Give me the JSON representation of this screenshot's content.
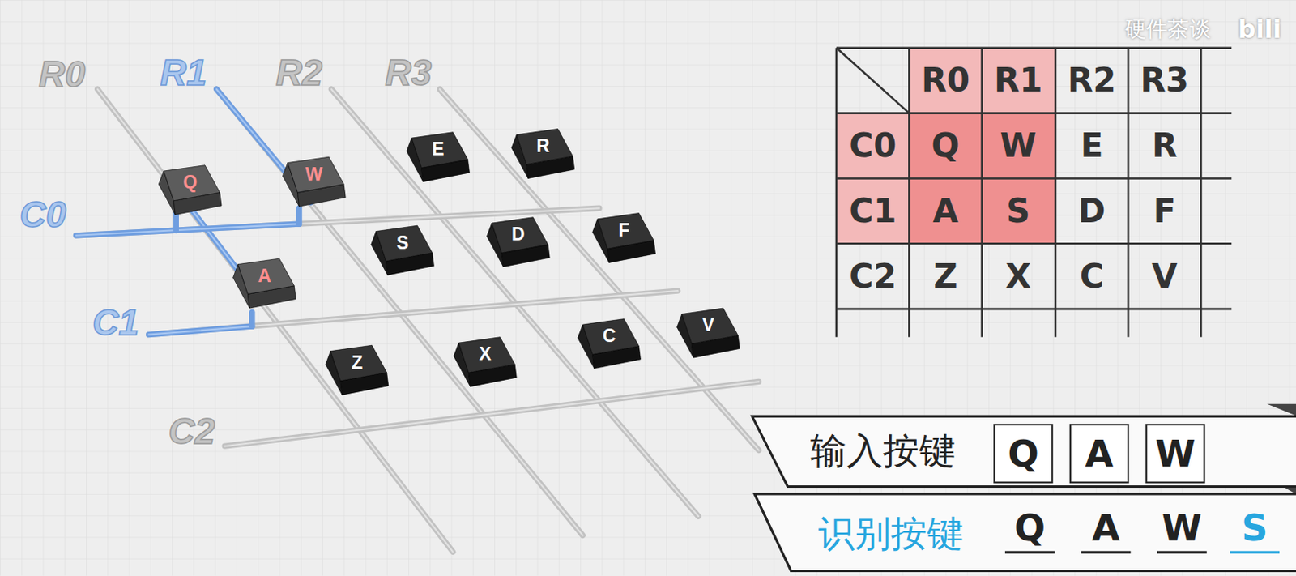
{
  "diagram": {
    "nodes": [
      {
        "text": [
          "Q"
        ]
      },
      {
        "text": [
          "W"
        ]
      },
      {
        "text": [
          "E"
        ]
      },
      {
        "text": [
          "R"
        ]
      },
      {
        "text": [
          "S"
        ]
      },
      {
        "text": [
          "D"
        ]
      },
      {
        "text": [
          "F"
        ]
      },
      {
        "text": [
          "A"
        ]
      },
      {
        "text": [
          "Z"
        ]
      },
      {
        "text": [
          "X"
        ]
      },
      {
        "text": [
          "C"
        ]
      },
      {
        "text": [
          "V"
        ]
      },
      {
        "text": [
          "输入按键"
        ]
      },
      {
        "text": [
          "Q"
        ],
        "in": 12
      },
      {
        "text": [
          "A"
        ],
        "in": 12
      },
      {
        "text": [
          "W"
        ],
        "in": 12
      },
      {
        "text": [
          "识别按键"
        ]
      }
    ],
    "labels": [
      "R0",
      "R1",
      "R2",
      "R3",
      "C0",
      "C1",
      "C2",
      "R0",
      "R1",
      "R2",
      "R3",
      "C0",
      "C1",
      "C2",
      "Q",
      "W",
      "E",
      "R",
      "A",
      "S",
      "D",
      "F",
      "Z",
      "X",
      "C",
      "V",
      "Q",
      "A",
      "W",
      "S",
      "硬件茶谈",
      "bili"
    ]
  }
}
